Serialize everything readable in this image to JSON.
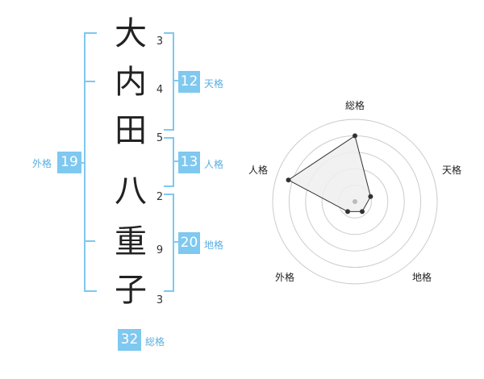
{
  "name_chars": [
    {
      "char": "大",
      "strokes": "3"
    },
    {
      "char": "内",
      "strokes": "4"
    },
    {
      "char": "田",
      "strokes": "5"
    },
    {
      "char": "八",
      "strokes": "2"
    },
    {
      "char": "重",
      "strokes": "9"
    },
    {
      "char": "子",
      "strokes": "3"
    }
  ],
  "ten": {
    "value": "12",
    "label": "天格"
  },
  "jin": {
    "value": "13",
    "label": "人格"
  },
  "chi": {
    "value": "20",
    "label": "地格"
  },
  "gai": {
    "value": "19",
    "label": "外格"
  },
  "sou": {
    "value": "32",
    "label": "総格"
  },
  "radar": {
    "labels": {
      "top": "総格",
      "right": "天格",
      "bottom_right": "地格",
      "bottom_left": "外格",
      "left": "人格"
    },
    "values": {
      "sou": 0.8,
      "ten": 0.2,
      "chi": 0.15,
      "gai": 0.15,
      "jin": 0.85
    },
    "colors": {
      "rings": "#cccccc",
      "fill": "#eeeeee",
      "line": "#333333",
      "point": "#333333",
      "center": "#bbbbbb"
    }
  }
}
